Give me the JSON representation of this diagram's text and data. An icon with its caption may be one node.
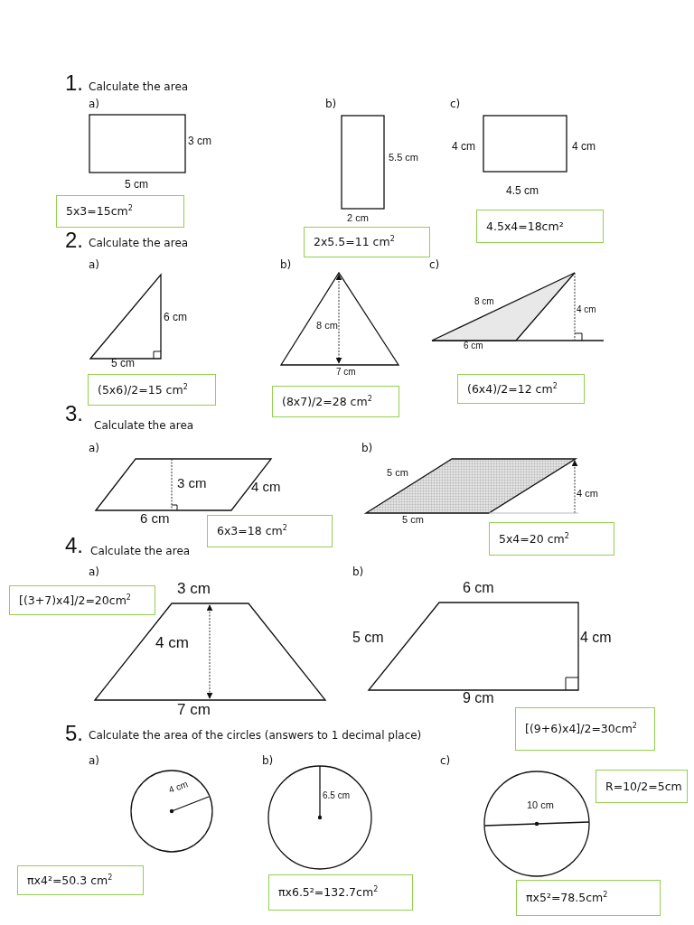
{
  "diagram": {
    "nodes": [
      {
        "text": [
          "5x3=15cm$^{2}$"
        ]
      },
      {
        "text": [
          "2x5.5=11 cm$^{2}$"
        ]
      },
      {
        "text": [
          "4.5x4=18cm²"
        ]
      },
      {
        "text": [
          "(5x6)/2=15 cm$^{2}$"
        ]
      },
      {
        "text": [
          "(8x7)/2=28 cm$^{2}$"
        ]
      },
      {
        "text": [
          "(6x4)/2=12 cm$^{2}$"
        ]
      },
      {
        "text": [
          "6x3=18 cm$^{2}$"
        ]
      },
      {
        "text": [
          "5x4=20 cm$^{2}$"
        ]
      },
      {
        "text": [
          "[(3+7)x4]/2=20cm$^{2}$"
        ]
      },
      {
        "text": [
          "[(9+6)x4]/2=30cm$^{2}$"
        ]
      },
      {
        "text": [
          "R=10/2=5cm"
        ]
      },
      {
        "text": [
          "πx4²=50.3 cm$^{2}$"
        ]
      },
      {
        "text": [
          "πx6.5²=132.7cm$^{2}$"
        ]
      },
      {
        "text": [
          "πx5²=78.5cm$^{2}$"
        ]
      }
    ],
    "labels": [
      "1.",
      "Calculate the area",
      "a)",
      "3 cm",
      "5 cm",
      "b)",
      "5.5 cm",
      "2 cm",
      "c)",
      "4 cm",
      "4 cm",
      "4.5 cm",
      "2.",
      "Calculate the area",
      "a)",
      "6 cm",
      "5 cm",
      "b)",
      "8 cm",
      "7 cm",
      "c)",
      "8 cm",
      "4 cm",
      "6 cm",
      "3.",
      "Calculate the area",
      "a)",
      "3 cm",
      "4 cm",
      "6 cm",
      "b)",
      "5 cm",
      "4 cm",
      "5 cm",
      "4.",
      "Calculate the area",
      "a)",
      "3 cm",
      "4 cm",
      "7 cm",
      "b)",
      "6 cm",
      "5 cm",
      "4 cm",
      "9 cm",
      "5.",
      "Calculate the area of the circles (answers to 1 decimal place)",
      "a)",
      "4 cm",
      "b)",
      "6.5 cm",
      "c)",
      "10 cm"
    ]
  }
}
